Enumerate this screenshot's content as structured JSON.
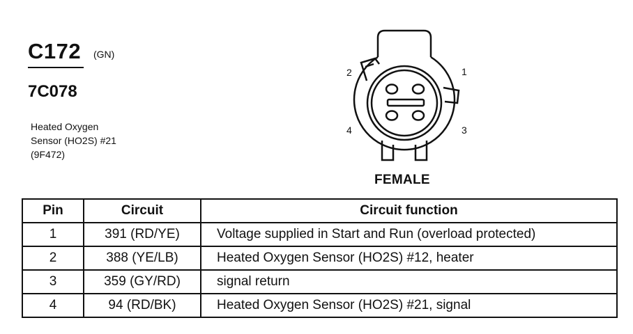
{
  "connector": {
    "id": "C172",
    "color": "(GN)",
    "part_number": "7C078",
    "description_lines": [
      "Heated Oxygen",
      "Sensor (HO2S) #21",
      "(9F472)"
    ],
    "gender": "FEMALE",
    "pin_labels": {
      "p1": "1",
      "p2": "2",
      "p3": "3",
      "p4": "4"
    }
  },
  "table": {
    "headers": {
      "pin": "Pin",
      "circuit": "Circuit",
      "function": "Circuit function"
    },
    "rows": [
      {
        "pin": "1",
        "circuit": "391 (RD/YE)",
        "function": "Voltage supplied in Start and Run (overload protected)"
      },
      {
        "pin": "2",
        "circuit": "388 (YE/LB)",
        "function": "Heated Oxygen Sensor (HO2S) #12, heater"
      },
      {
        "pin": "3",
        "circuit": "359 (GY/RD)",
        "function": "signal return"
      },
      {
        "pin": "4",
        "circuit": "94 (RD/BK)",
        "function": "Heated Oxygen Sensor (HO2S) #21, signal"
      }
    ]
  }
}
